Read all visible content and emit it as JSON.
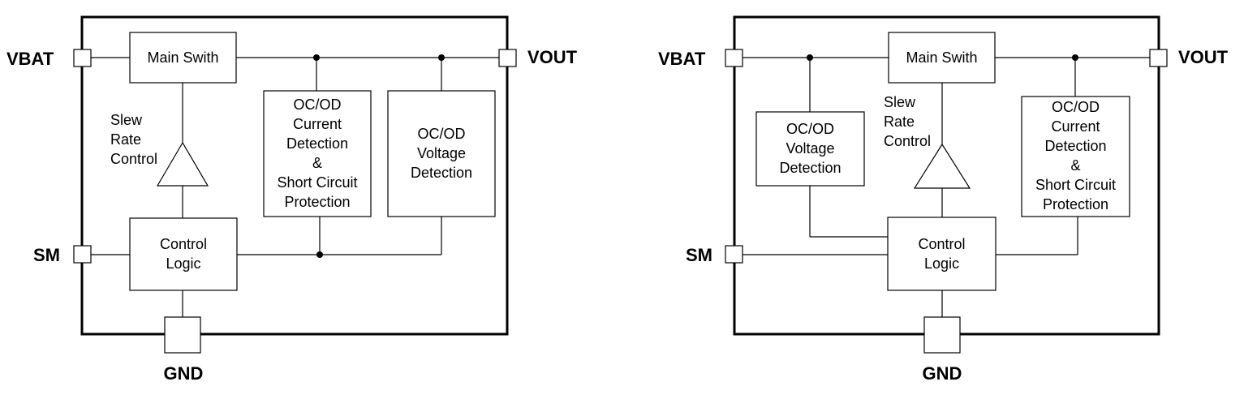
{
  "diagrams": [
    {
      "pins": {
        "vbat": "VBAT",
        "vout": "VOUT",
        "sm": "SM",
        "gnd": "GND"
      },
      "blocks": {
        "main_switch": "Main Swith",
        "slew": [
          "Slew",
          "Rate",
          "Control"
        ],
        "control_logic": [
          "Control",
          "Logic"
        ],
        "current_detection": [
          "OC/OD",
          "Current",
          "Detection",
          "&",
          "Short Circuit",
          "Protection"
        ],
        "voltage_detection": [
          "OC/OD",
          "Voltage",
          "Detection"
        ]
      }
    },
    {
      "pins": {
        "vbat": "VBAT",
        "vout": "VOUT",
        "sm": "SM",
        "gnd": "GND"
      },
      "blocks": {
        "main_switch": "Main Swith",
        "slew": [
          "Slew",
          "Rate",
          "Control"
        ],
        "control_logic": [
          "Control",
          "Logic"
        ],
        "voltage_detection": [
          "OC/OD",
          "Voltage",
          "Detection"
        ],
        "current_detection": [
          "OC/OD",
          "Current",
          "Detection",
          "&",
          "Short Circuit",
          "Protection"
        ]
      }
    }
  ]
}
